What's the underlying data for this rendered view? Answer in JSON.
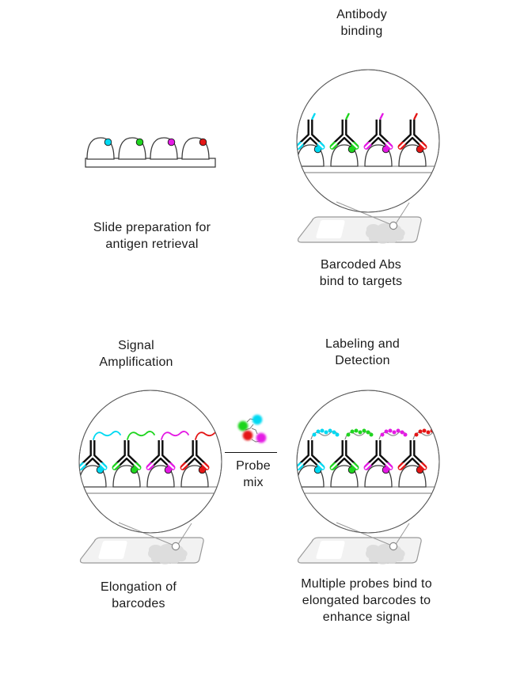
{
  "diagram": {
    "background": "#ffffff",
    "text_color": "#1b1b1b",
    "antibody_color": "#0d0d0d",
    "outline_color": "#3d3d3d",
    "circle_color": "#5a5a5a",
    "slide": {
      "fill": "#f2f2f2",
      "border": "#999999",
      "tissue": "#d9d9d9",
      "label_fill": "#ffffff",
      "callout": "#999999"
    },
    "markers": [
      {
        "name": "cyan",
        "hex": "#00d9f2"
      },
      {
        "name": "green",
        "hex": "#1fd51f"
      },
      {
        "name": "magenta",
        "hex": "#e41ae4"
      },
      {
        "name": "red",
        "hex": "#e41616"
      }
    ],
    "panels": [
      {
        "id": "slide-preparation",
        "type": "slide-row",
        "mode": "prep",
        "caption": "Slide preparation for\nantigen retrieval"
      },
      {
        "id": "antibody-binding",
        "type": "zoom-circle",
        "mode": "binding",
        "title": "Antibody\nbinding",
        "caption": "Barcoded Abs\nbind to targets"
      },
      {
        "id": "signal-amplification",
        "type": "zoom-circle",
        "mode": "elongation",
        "title": "Signal\nAmplification",
        "caption": "Elongation of\nbarcodes"
      },
      {
        "id": "labeling-detection",
        "type": "zoom-circle",
        "mode": "detection",
        "title": "Labeling and\nDetection",
        "caption": "Multiple probes bind to\nelongated barcodes to\nenhance signal"
      }
    ],
    "probe_mix": {
      "label": "Probe\nmix"
    }
  }
}
